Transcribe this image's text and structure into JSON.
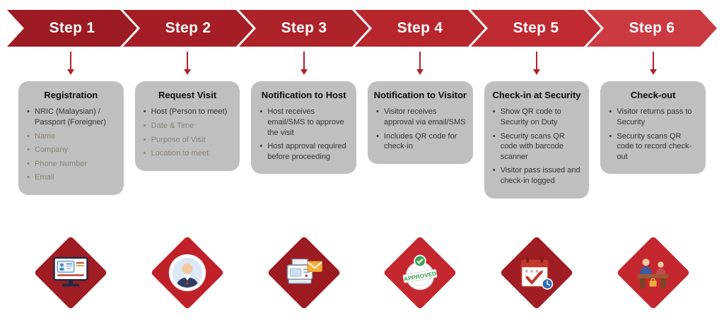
{
  "banner": [
    {
      "label": "Step 1",
      "color": "#9c1a21"
    },
    {
      "label": "Step 2",
      "color": "#a51e25"
    },
    {
      "label": "Step 3",
      "color": "#ae2229"
    },
    {
      "label": "Step 4",
      "color": "#b7262d"
    },
    {
      "label": "Step 5",
      "color": "#c02a31"
    },
    {
      "label": "Step 6",
      "color": "#cb3a41"
    }
  ],
  "colors": {
    "arrow": "#b22028",
    "card_background": "#bfbfbf",
    "muted_text": "#8a8274"
  },
  "steps": [
    {
      "title": "Registration",
      "icon": "computer-id-registration-icon",
      "diamond_color": "#a01d23",
      "bullets": [
        {
          "text": "NRIC (Malaysian) / Passport (Foreigner)",
          "muted": false
        },
        {
          "text": "Name",
          "muted": true
        },
        {
          "text": "Company",
          "muted": true
        },
        {
          "text": "Phone Number",
          "muted": true
        },
        {
          "text": "Email",
          "muted": true
        }
      ]
    },
    {
      "title": "Request Visit",
      "icon": "visitor-avatar-icon",
      "diamond_color": "#c02128",
      "bullets": [
        {
          "text": "Host (Person to meet)",
          "muted": false
        },
        {
          "text": "Date & Time",
          "muted": true
        },
        {
          "text": "Purpose of Visit",
          "muted": true
        },
        {
          "text": "Location to meet",
          "muted": true
        }
      ]
    },
    {
      "title": "Notification to Host",
      "icon": "printer-email-notification-icon",
      "diamond_color": "#9c1a20",
      "bullets": [
        {
          "text": "Host receives email/SMS to approve the visit",
          "muted": false
        },
        {
          "text": "Host approval required before proceeding",
          "muted": false
        }
      ]
    },
    {
      "title": "Notification to Visitor",
      "icon": "approved-stamp-icon",
      "diamond_color": "#c5272e",
      "stamp_text": "APPROVED",
      "bullets": [
        {
          "text": "Visitor receives approval via email/SMS",
          "muted": false
        },
        {
          "text": "Includes QR code for check-in",
          "muted": false
        }
      ]
    },
    {
      "title": "Check-in at Security",
      "icon": "calendar-check-clock-icon",
      "diamond_color": "#a01d23",
      "bullets": [
        {
          "text": "Show QR code to Security on Duty",
          "muted": false
        },
        {
          "text": "Security scans QR code with barcode scanner",
          "muted": false
        },
        {
          "text": "Visitor pass issued and check-in logged",
          "muted": false
        }
      ]
    },
    {
      "title": "Check-out",
      "icon": "checkout-counter-icon",
      "diamond_color": "#c5272e",
      "bullets": [
        {
          "text": "Visitor returns pass to Security",
          "muted": false
        },
        {
          "text": "Security scans QR code to record check-out",
          "muted": false
        }
      ]
    }
  ]
}
